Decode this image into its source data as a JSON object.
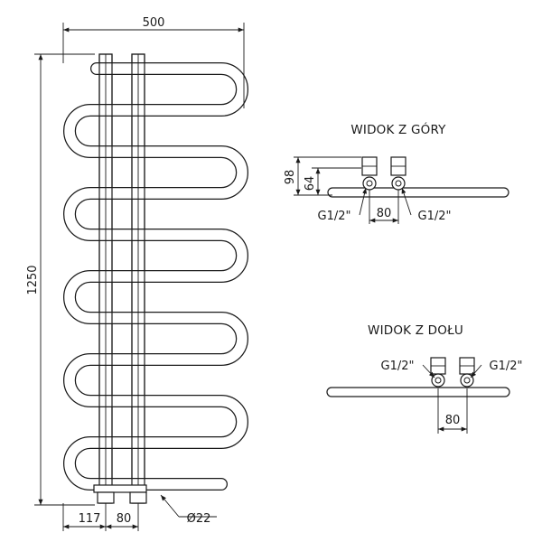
{
  "front_view": {
    "width_label": "500",
    "height_label": "1250",
    "offset_label": "117",
    "spacing_label": "80",
    "diameter_label": "Ø22"
  },
  "top_view": {
    "title": "WIDOK Z GÓRY",
    "depth_label": "98",
    "axis_label": "64",
    "spacing_label": "80",
    "thread_left": "G1/2\"",
    "thread_right": "G1/2\""
  },
  "bottom_view": {
    "title": "WIDOK Z DOŁU",
    "spacing_label": "80",
    "thread_left": "G1/2\"",
    "thread_right": "G1/2\""
  }
}
